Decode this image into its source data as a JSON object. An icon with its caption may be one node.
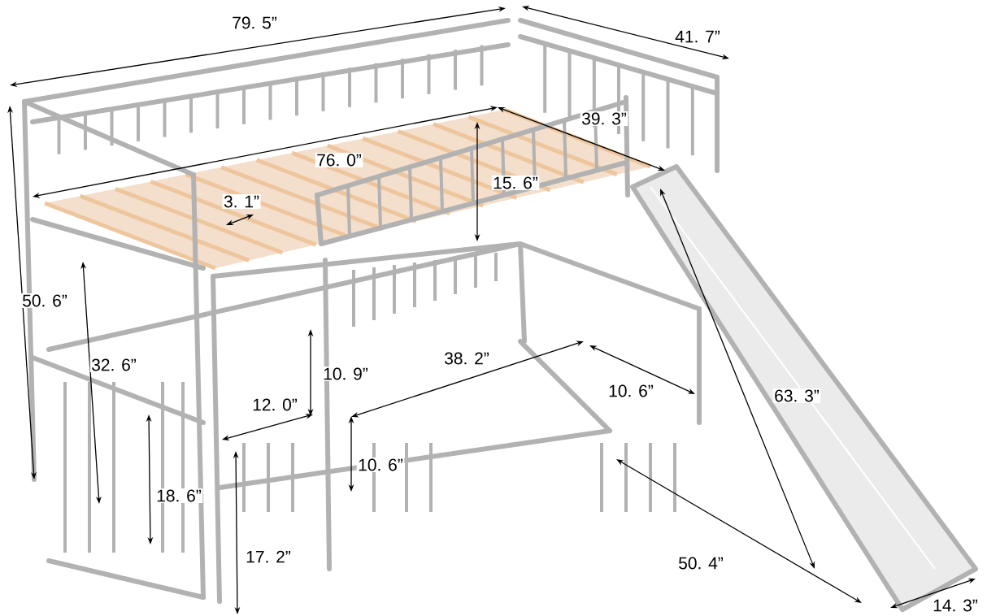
{
  "diagram": {
    "labels": [
      "79. 5”",
      "41. 7”",
      "39. 3”",
      "76. 0”",
      "15. 6”",
      "3. 1”",
      "50. 6”",
      "32. 6”",
      "10. 9”",
      "38. 2”",
      "12. 0”",
      "10. 6”",
      "63. 3”",
      "10. 6”",
      "18. 6”",
      "17. 2”",
      "50. 4”",
      "14. 3”"
    ]
  }
}
